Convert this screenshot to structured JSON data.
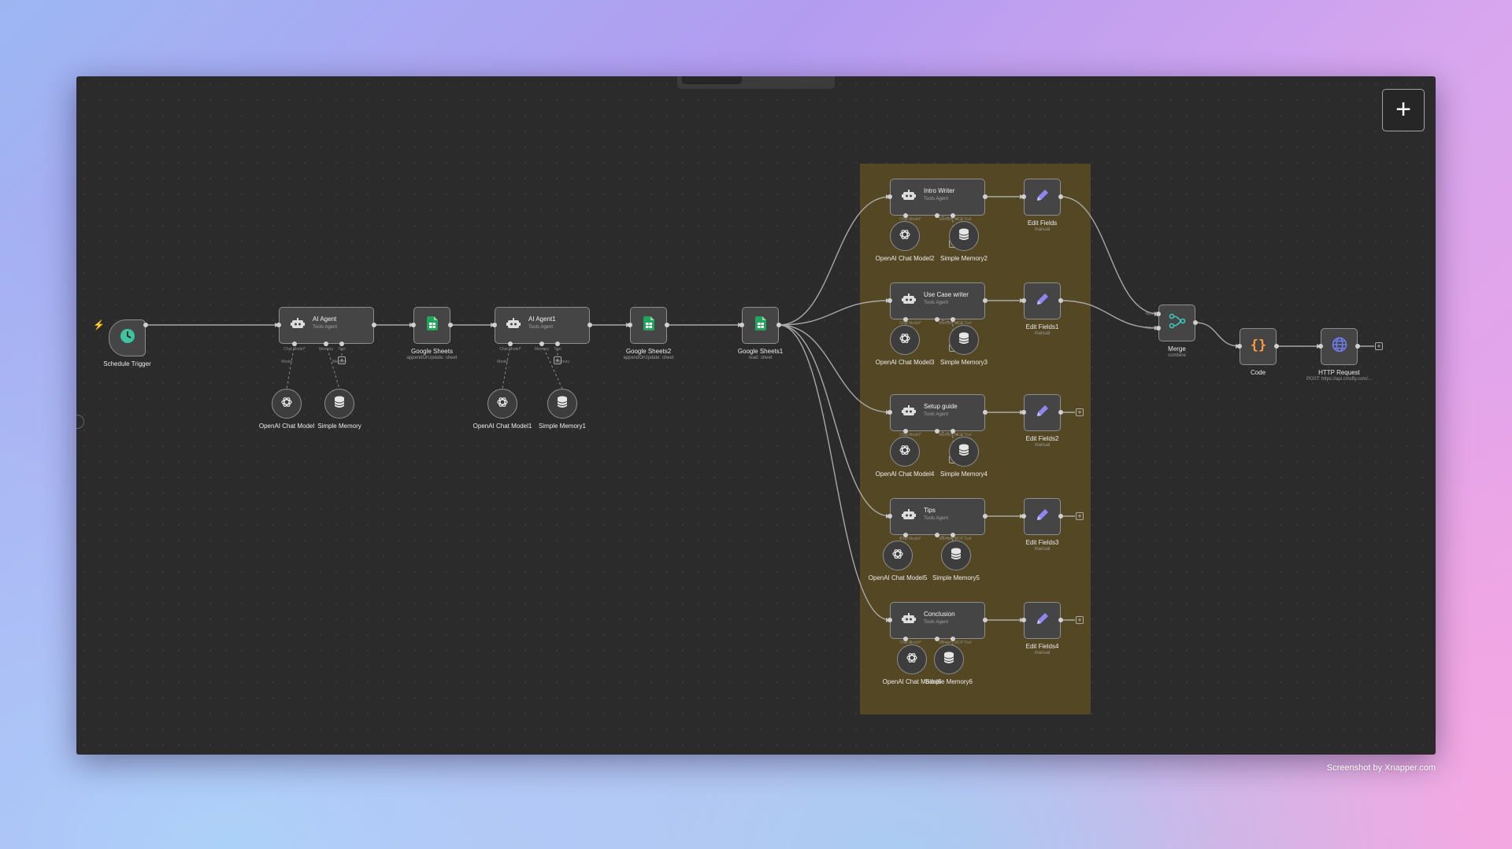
{
  "canvas": {
    "add_button_label": "+"
  },
  "nodes": {
    "schedule_trigger": {
      "name": "Schedule Trigger"
    },
    "ai_agent": {
      "name": "AI Agent",
      "subtitle": "Tools Agent"
    },
    "ai_agent1": {
      "name": "AI Agent1",
      "subtitle": "Tools Agent"
    },
    "sheets": {
      "name": "Google Sheets",
      "subtitle": "appendOrUpdate: sheet"
    },
    "sheets2": {
      "name": "Google Sheets2",
      "subtitle": "appendOrUpdate: sheet"
    },
    "sheets1": {
      "name": "Google Sheets1",
      "subtitle": "read: sheet"
    },
    "chat_model": {
      "name": "OpenAI Chat Model"
    },
    "memory": {
      "name": "Simple Memory"
    },
    "chat_model1": {
      "name": "OpenAI Chat Model1"
    },
    "memory1": {
      "name": "Simple Memory1"
    },
    "intro_writer": {
      "name": "Intro Writer",
      "subtitle": "Tools Agent"
    },
    "use_case_writer": {
      "name": "Use Case writer",
      "subtitle": "Tools Agent"
    },
    "setup_guide": {
      "name": "Setup guide",
      "subtitle": "Tools Agent"
    },
    "tips": {
      "name": "Tips",
      "subtitle": "Tools Agent"
    },
    "conclusion": {
      "name": "Conclusion",
      "subtitle": "Tools Agent"
    },
    "chat_model2": {
      "name": "OpenAI Chat Model2"
    },
    "memory2": {
      "name": "Simple Memory2"
    },
    "chat_model3": {
      "name": "OpenAI Chat Model3"
    },
    "memory3": {
      "name": "Simple Memory3"
    },
    "chat_model4": {
      "name": "OpenAI Chat Model4"
    },
    "memory4": {
      "name": "Simple Memory4"
    },
    "chat_model5": {
      "name": "OpenAI Chat Model5"
    },
    "memory5": {
      "name": "Simple Memory5"
    },
    "chat_model6": {
      "name": "OpenAI Chat Model6"
    },
    "memory6": {
      "name": "Simple Memory6"
    },
    "edit_fields": {
      "name": "Edit Fields",
      "subtitle": "manual"
    },
    "edit_fields1": {
      "name": "Edit Fields1",
      "subtitle": "manual"
    },
    "edit_fields2": {
      "name": "Edit Fields2",
      "subtitle": "manual"
    },
    "edit_fields3": {
      "name": "Edit Fields3",
      "subtitle": "manual"
    },
    "edit_fields4": {
      "name": "Edit Fields4",
      "subtitle": "manual"
    },
    "merge": {
      "name": "Merge",
      "subtitle": "combine",
      "input1": "Input 1",
      "input2": "Input 2"
    },
    "code": {
      "name": "Code"
    },
    "http_request": {
      "name": "HTTP Request",
      "subtitle": "POST: https://api.cmsfly.com/..."
    }
  },
  "port_labels": {
    "chat_model_req": "Chat Model*",
    "memory": "Memory",
    "tool": "Tool",
    "model": "Model",
    "memory_mcp": "Memory MCP Tool"
  },
  "footer": {
    "credit": "Screenshot by Xnapper.com"
  },
  "colors": {
    "canvas_bg": "#2b2b2b",
    "node_bg": "#454545",
    "sticky_note": "#544723",
    "trigger_green": "#3ec4a0",
    "sheets_green": "#22a45d",
    "edit_purple": "#8f86f0",
    "merge_teal": "#3fc6c0",
    "code_orange": "#ff9a3c",
    "http_blue": "#6f7ff2"
  },
  "icons": {
    "trigger": "clock-icon",
    "agent": "robot-icon",
    "sheets": "google-sheets-icon",
    "chat_model": "openai-icon",
    "memory": "database-icon",
    "edit": "pencil-icon",
    "merge": "merge-icon",
    "code": "braces-icon",
    "http": "globe-icon"
  }
}
